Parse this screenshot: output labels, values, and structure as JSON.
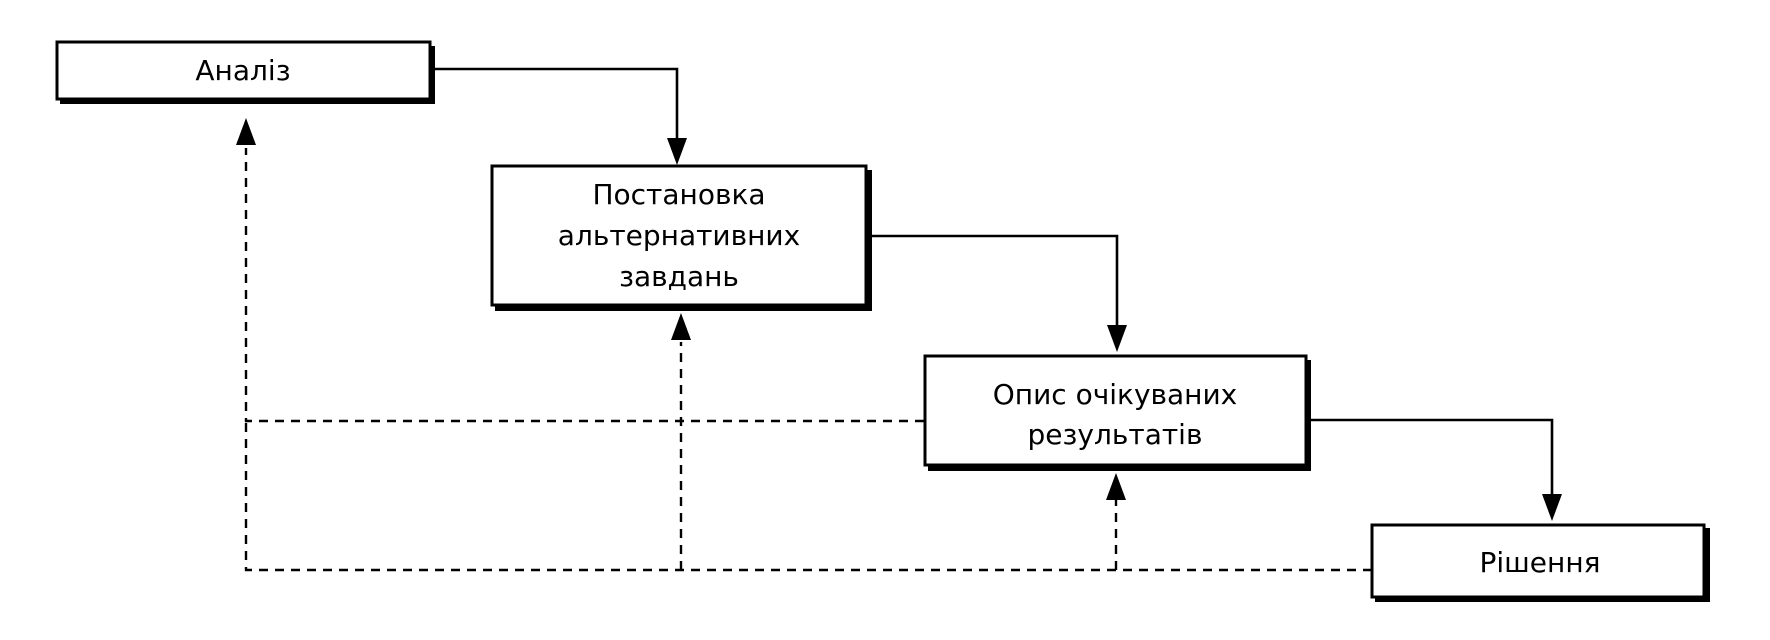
{
  "diagram": {
    "nodes": [
      {
        "id": "analysis",
        "lines": [
          "Аналіз"
        ]
      },
      {
        "id": "alternatives",
        "lines": [
          "Постановка",
          "альтернативних",
          "завдань"
        ]
      },
      {
        "id": "expected",
        "lines": [
          "Опис очікуваних",
          "результатів"
        ]
      },
      {
        "id": "decision",
        "lines": [
          "Рішення"
        ]
      }
    ],
    "edges": [
      {
        "from": "analysis",
        "to": "alternatives",
        "style": "solid"
      },
      {
        "from": "alternatives",
        "to": "expected",
        "style": "solid"
      },
      {
        "from": "expected",
        "to": "decision",
        "style": "solid"
      },
      {
        "from": "expected",
        "to": "analysis",
        "style": "dashed"
      },
      {
        "from": "decision",
        "to": "analysis",
        "style": "dashed"
      },
      {
        "from": "decision",
        "to": "alternatives",
        "style": "dashed"
      },
      {
        "from": "decision",
        "to": "expected",
        "style": "dashed"
      }
    ]
  }
}
